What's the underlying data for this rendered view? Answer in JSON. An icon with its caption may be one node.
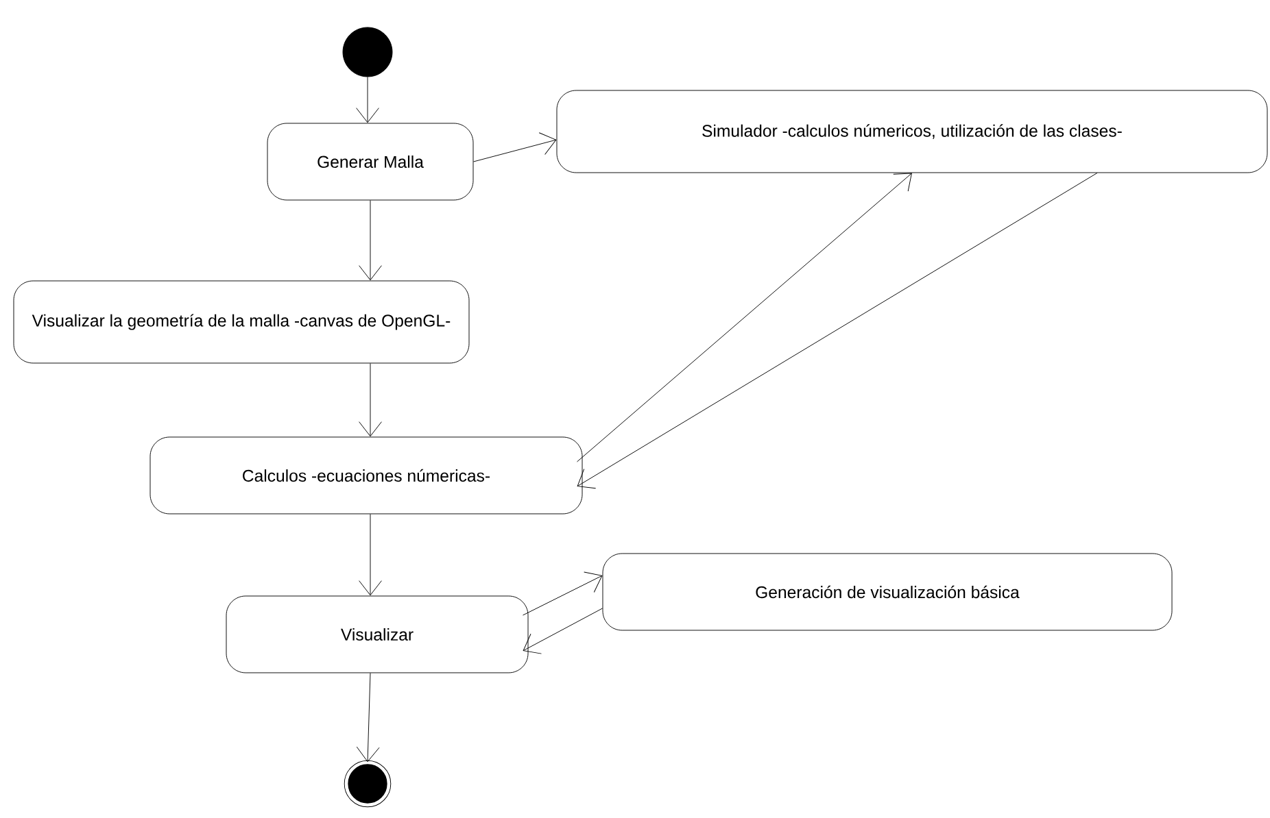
{
  "diagram": {
    "nodes": [
      {
        "text": [],
        "shape": "circle"
      },
      {
        "text": [
          "Generar Malla"
        ]
      },
      {
        "text": [
          "Simulador -calculos númericos, utilización de las clases-"
        ]
      },
      {
        "text": [
          "Visualizar la geometría de la malla -canvas de OpenGL-"
        ]
      },
      {
        "text": [
          "Calculos -ecuaciones númericas-"
        ]
      },
      {
        "text": [
          "Visualizar"
        ]
      },
      {
        "text": [
          "Generación de visualización básica"
        ]
      },
      {
        "text": [],
        "shape": "circle"
      }
    ],
    "edges": [
      {
        "from": 0,
        "to": 1,
        "arrow": "to"
      },
      {
        "from": 1,
        "to": 2,
        "arrow": "to"
      },
      {
        "from": 1,
        "to": 3,
        "arrow": "to"
      },
      {
        "from": 3,
        "to": 4,
        "arrow": "to"
      },
      {
        "from": 4,
        "to": 2,
        "arrow": "to"
      },
      {
        "from": 2,
        "to": 4,
        "arrow": "to"
      },
      {
        "from": 4,
        "to": 5,
        "arrow": "to"
      },
      {
        "from": 5,
        "to": 6,
        "arrow": "to"
      },
      {
        "from": 6,
        "to": 5,
        "arrow": "to"
      },
      {
        "from": 5,
        "to": 7,
        "arrow": "to"
      }
    ]
  }
}
